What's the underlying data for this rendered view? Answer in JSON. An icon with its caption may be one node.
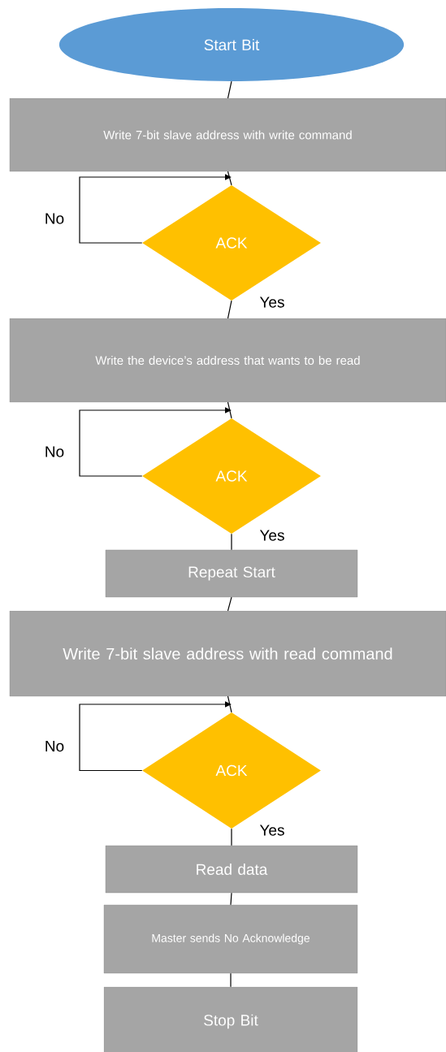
{
  "diagram": {
    "nodes": [
      {
        "text": [
          "Start Bit"
        ]
      },
      {
        "text": [
          "Write 7-bit slave address with write command"
        ]
      },
      {
        "text": [
          "ACK"
        ]
      },
      {
        "text": [
          "Write the device’s  address that wants to be read"
        ]
      },
      {
        "text": [
          "ACK"
        ]
      },
      {
        "text": [
          "Repeat Start"
        ]
      },
      {
        "text": [
          "Write 7-bit slave address with read command"
        ]
      },
      {
        "text": [
          "ACK"
        ]
      },
      {
        "text": [
          "Read data"
        ]
      },
      {
        "text": [
          "Master sends No Acknowledge"
        ]
      },
      {
        "text": [
          "Stop Bit"
        ]
      }
    ],
    "edges": [
      {
        "from": 0,
        "to": 1,
        "arrow": "none"
      },
      {
        "from": 1,
        "to": 2,
        "arrow": "none"
      },
      {
        "from": 2,
        "to": 2,
        "arrow": "to",
        "label": "No"
      },
      {
        "from": 2,
        "to": 3,
        "arrow": "none",
        "label": "Yes"
      },
      {
        "from": 3,
        "to": 4,
        "arrow": "none"
      },
      {
        "from": 4,
        "to": 4,
        "arrow": "to",
        "label": "No"
      },
      {
        "from": 4,
        "to": 5,
        "arrow": "none",
        "label": "Yes"
      },
      {
        "from": 5,
        "to": 6,
        "arrow": "none"
      },
      {
        "from": 6,
        "to": 7,
        "arrow": "none"
      },
      {
        "from": 7,
        "to": 7,
        "arrow": "to",
        "label": "No"
      },
      {
        "from": 7,
        "to": 8,
        "arrow": "none",
        "label": "Yes"
      },
      {
        "from": 8,
        "to": 9,
        "arrow": "none"
      },
      {
        "from": 9,
        "to": 10,
        "arrow": "none"
      }
    ]
  }
}
